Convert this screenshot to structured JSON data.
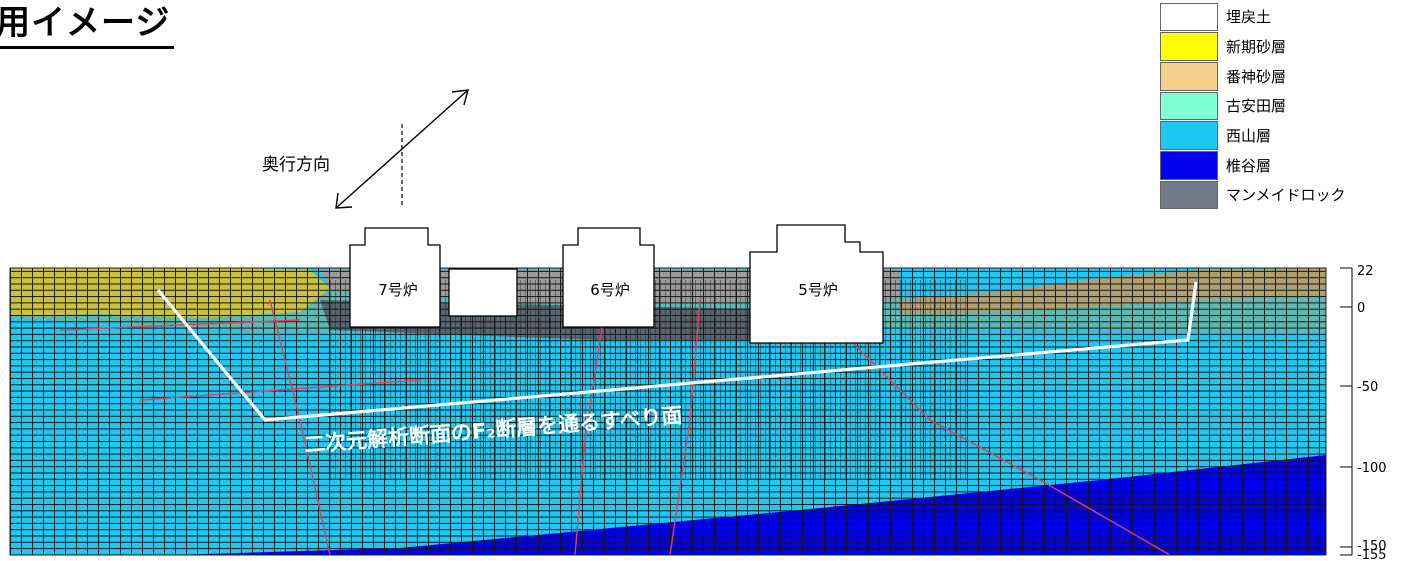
{
  "title": "用イメージ",
  "depth_arrow_label": "奥行方向",
  "reactors": [
    {
      "label": "7号炉"
    },
    {
      "label": "6号炉"
    },
    {
      "label": "5号炉"
    }
  ],
  "slip_surface_label": "二次元解析断面のF₂断層を通るすべり面",
  "legend": [
    {
      "label": "埋戻土",
      "color": "#ffffff"
    },
    {
      "label": "新期砂層",
      "color": "#ffff00"
    },
    {
      "label": "番神砂層",
      "color": "#f5d08a"
    },
    {
      "label": "古安田層",
      "color": "#7fffd4"
    },
    {
      "label": "西山層",
      "color": "#1ec8f0"
    },
    {
      "label": "椎谷層",
      "color": "#0000ee"
    },
    {
      "label": "マンメイドロック",
      "color": "#707a88"
    }
  ],
  "elevation_ticks": [
    "22",
    "0",
    "-50",
    "-100",
    "-150",
    "-155"
  ]
}
